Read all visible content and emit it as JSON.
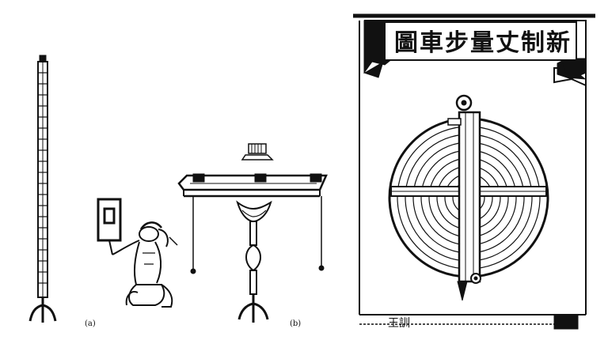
{
  "figure": {
    "panels": [
      {
        "caption": "(a)",
        "subject": "graduated measuring staff with three-pronged base and a kneeling surveyor holding a sighting board"
      },
      {
        "caption": "(b)",
        "subject": "leveling instrument on a lotus-capital pedestal with plumb lines"
      }
    ],
    "plate": {
      "title": "新制丈量步車圖",
      "subject": "reel measuring tape (bu che) with handle, crossbars and pointed end",
      "corner_mark": "王訓"
    }
  },
  "colors": {
    "ink": "#111111",
    "paper": "#ffffff"
  }
}
